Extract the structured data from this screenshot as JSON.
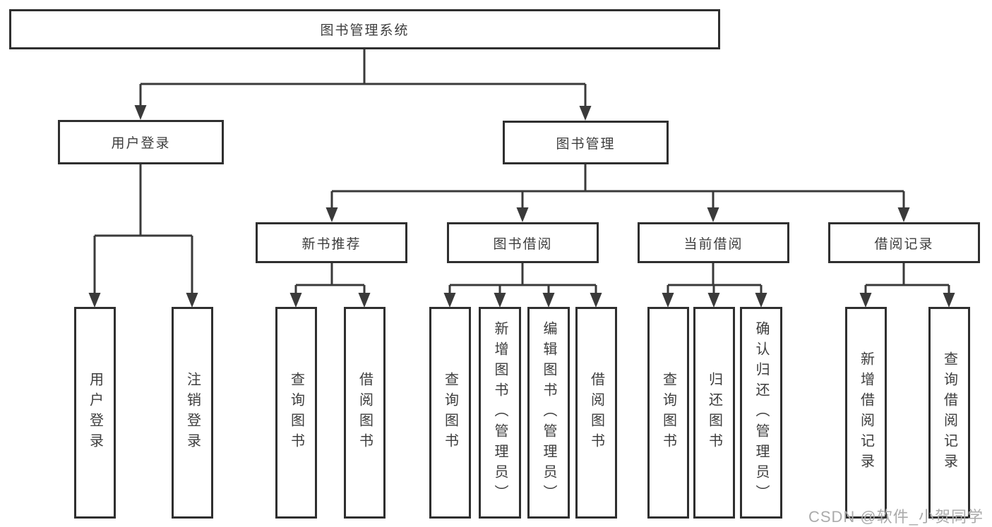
{
  "diagram": {
    "root": {
      "label": "图书管理系统"
    },
    "level2": [
      {
        "label": "用户登录"
      },
      {
        "label": "图书管理"
      }
    ],
    "level3": [
      {
        "label": "新书推荐"
      },
      {
        "label": "图书借阅"
      },
      {
        "label": "当前借阅"
      },
      {
        "label": "借阅记录"
      }
    ],
    "leaves": {
      "login": [
        "用户登录",
        "注销登录"
      ],
      "recommend": [
        "查询图书",
        "借阅图书"
      ],
      "borrow": [
        "查询图书",
        "新增图书（管理员）",
        "编辑图书（管理员）",
        "借阅图书"
      ],
      "current": [
        "查询图书",
        "归还图书",
        "确认归还（管理员）"
      ],
      "records": [
        "新增借阅记录",
        "查询借阅记录"
      ]
    }
  },
  "watermark": {
    "text": "CSDN @软件_小贺同学"
  },
  "colors": {
    "line": "#3a3a3a",
    "border": "#2f2f2f",
    "text": "#3d3d3d",
    "watermark": "#ababab",
    "background": "#ffffff"
  }
}
